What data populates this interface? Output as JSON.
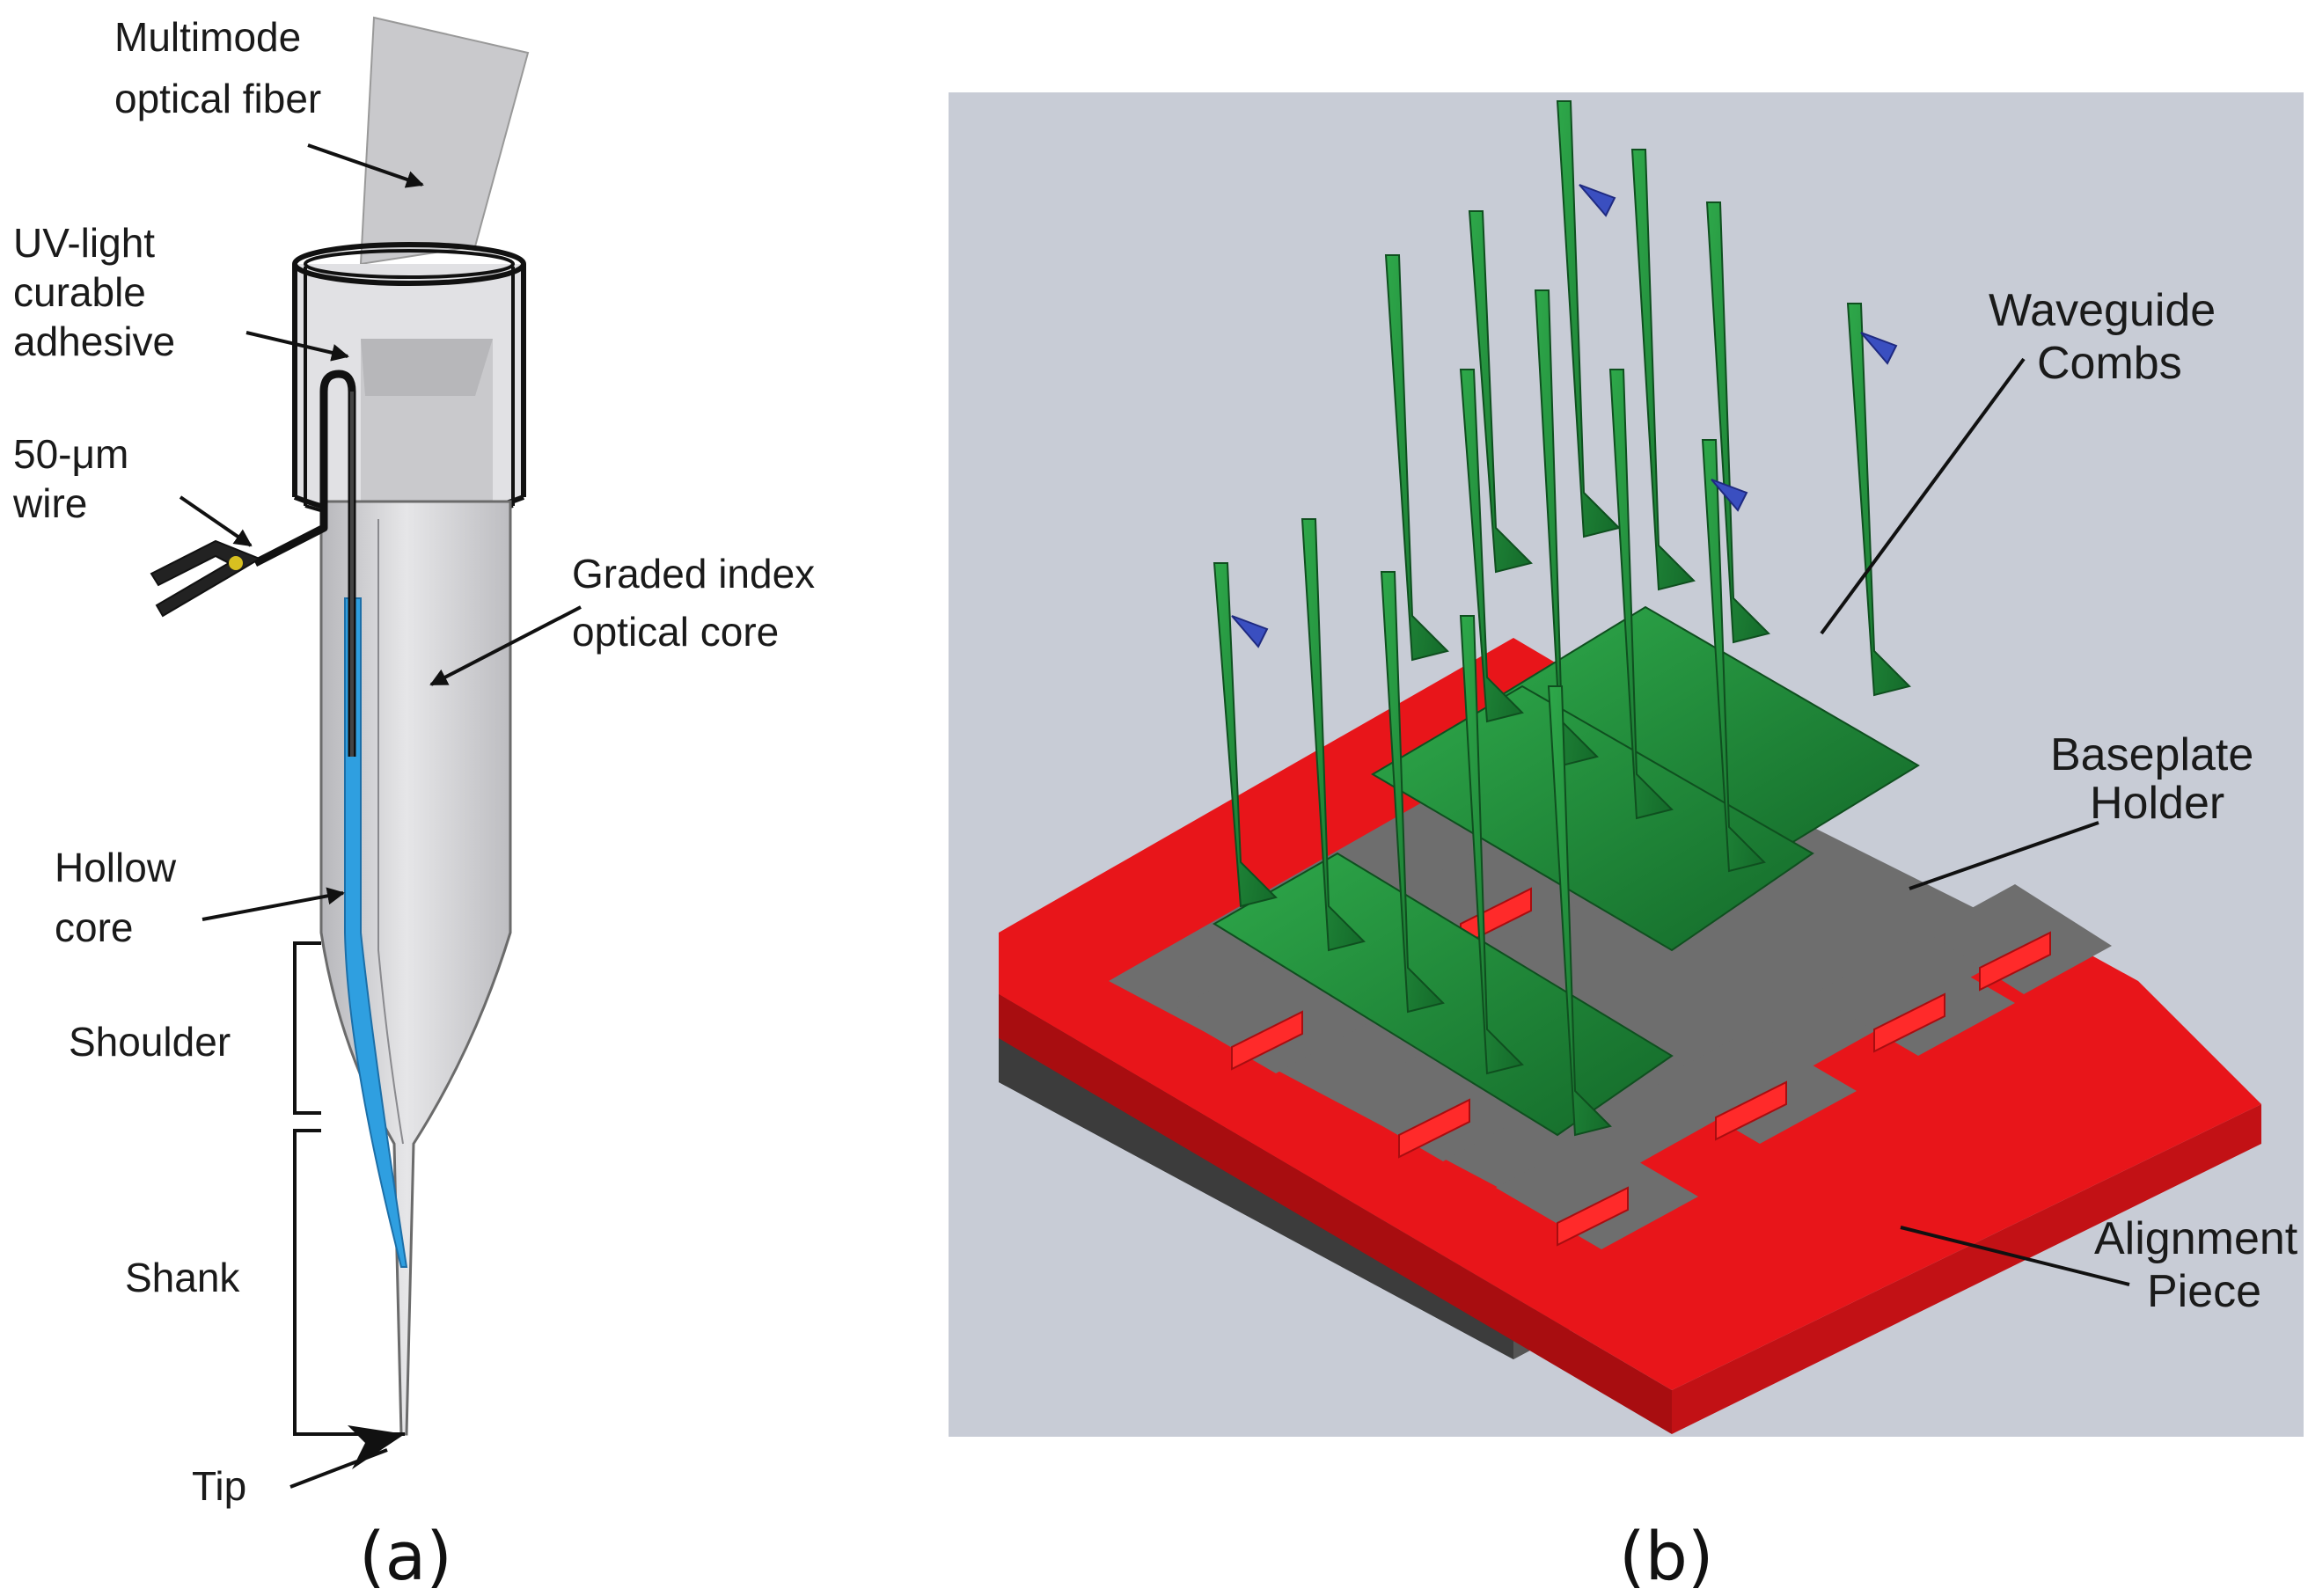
{
  "panel_a": {
    "labels": {
      "fiber_l1": "Multimode",
      "fiber_l2": "optical fiber",
      "adhesive_l1": "UV-light",
      "adhesive_l2": "curable",
      "adhesive_l3": "adhesive",
      "wire_l1": "50-μm",
      "wire_l2": "wire",
      "core_l1": "Graded index",
      "core_l2": "optical core",
      "hollow_l1": "Hollow",
      "hollow_l2": "core",
      "shoulder": "Shoulder",
      "shank": "Shank",
      "tip": "Tip"
    },
    "caption": "(a)",
    "colors": {
      "hollow_core": "#2f9fe0",
      "wire_clip": "#d8c020",
      "body": "#d9d9dc"
    }
  },
  "panel_b": {
    "labels": {
      "combs_l1": "Waveguide",
      "combs_l2": "Combs",
      "holder_l1": "Baseplate",
      "holder_l2": "Holder",
      "align_l1": "Alignment",
      "align_l2": "Piece"
    },
    "caption": "(b)",
    "colors": {
      "background": "#c8ccd6",
      "combs": "#1f8a3a",
      "alignment": "#e8151a",
      "baseplate": "#6e6e6e",
      "tips": "#3a4fc0"
    }
  }
}
